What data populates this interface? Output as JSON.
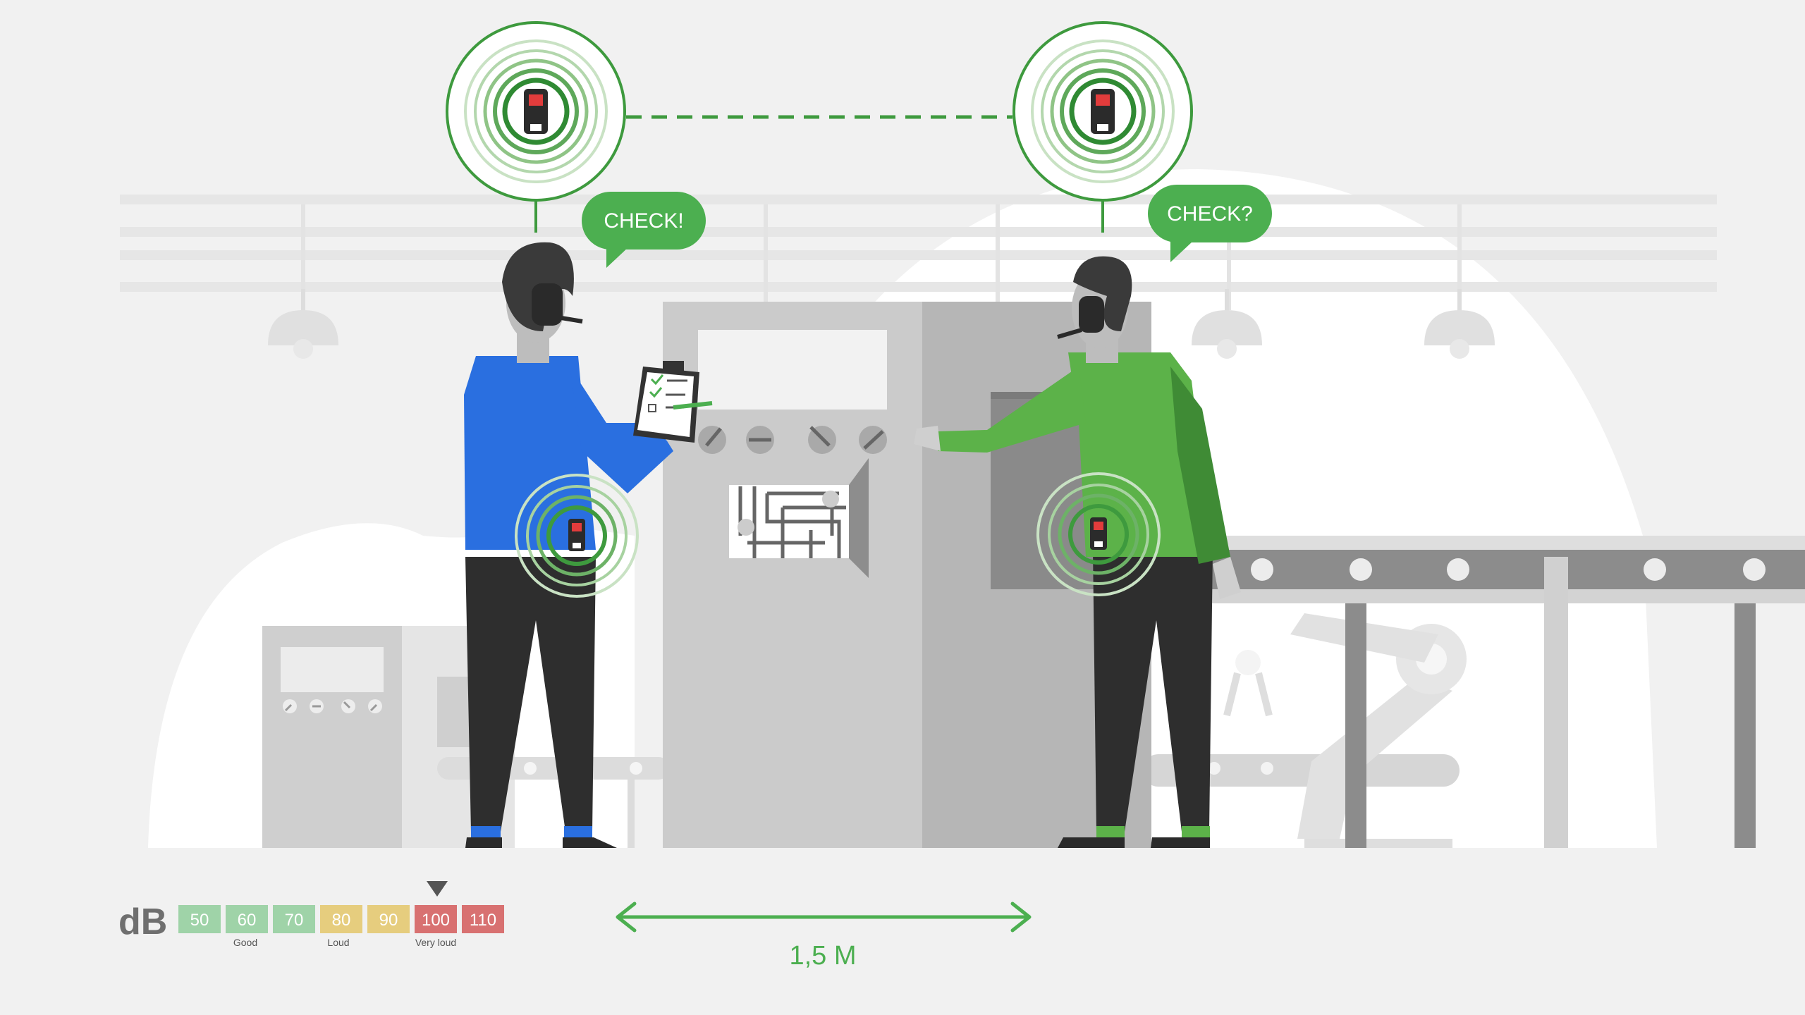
{
  "speech": {
    "left": "CHECK!",
    "right": "CHECK?"
  },
  "db_scale": {
    "unit": "dB",
    "levels": [
      "50",
      "60",
      "70",
      "80",
      "90",
      "100",
      "110"
    ],
    "colors": [
      "#9fd3a8",
      "#9fd3a8",
      "#9fd3a8",
      "#e6cd7e",
      "#e6cd7e",
      "#d87171",
      "#d87171"
    ],
    "captions": [
      "Good",
      "Loud",
      "Very loud"
    ],
    "current_level": "100"
  },
  "distance": {
    "label": "1,5 M"
  },
  "colors": {
    "accent_green": "#4caf50",
    "worker_left_shirt": "#2a6fe0",
    "worker_right_shirt": "#5cb249"
  }
}
